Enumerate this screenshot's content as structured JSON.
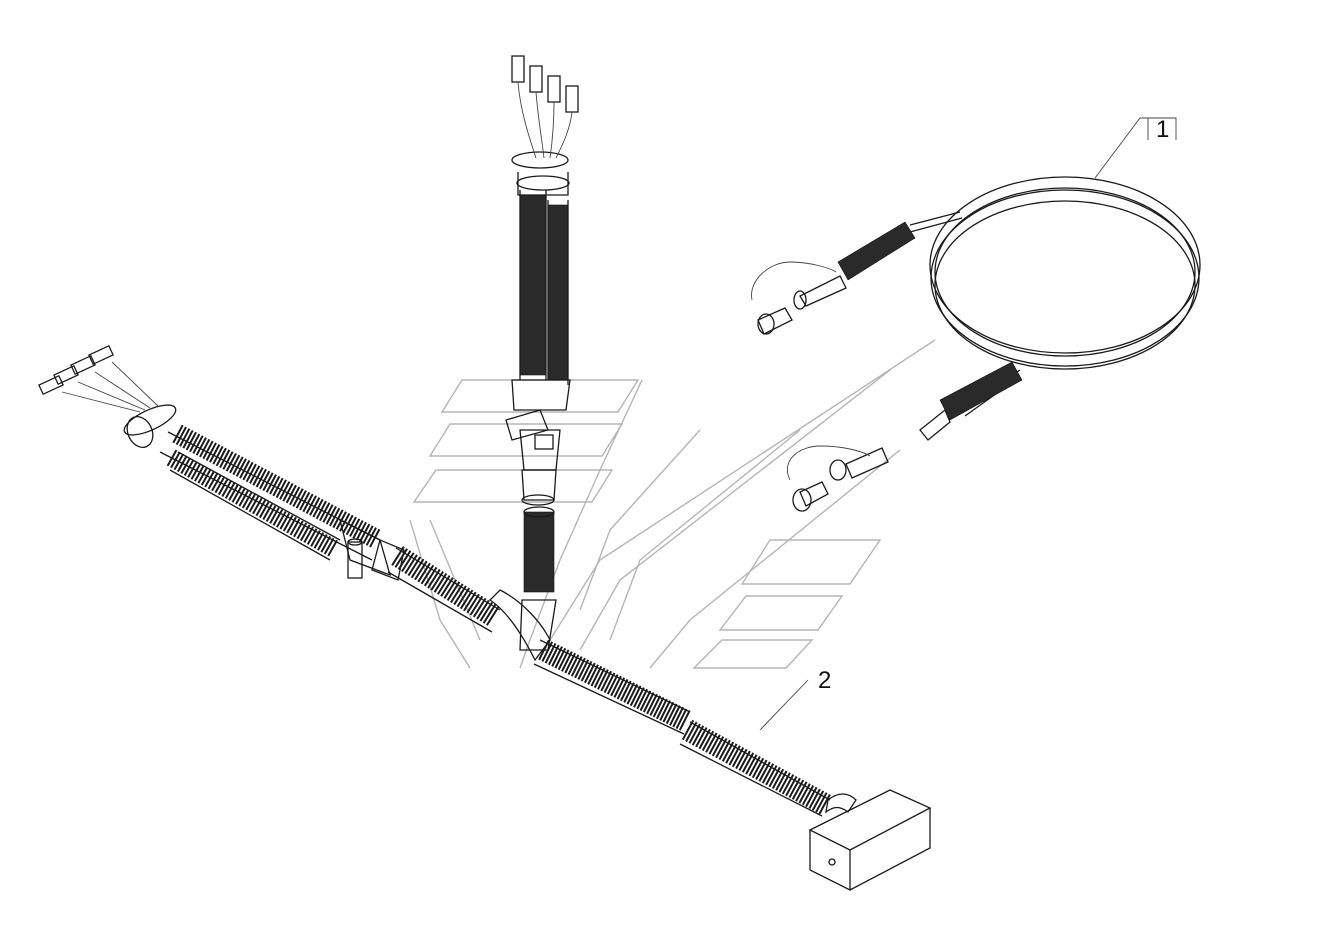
{
  "callouts": [
    {
      "id": "cable-assembly",
      "label": "1"
    },
    {
      "id": "breathing-circuit",
      "label": "2"
    }
  ],
  "colors": {
    "line": "#1a1a1a",
    "watermark": "#b5b5b5",
    "background": "#ffffff"
  }
}
